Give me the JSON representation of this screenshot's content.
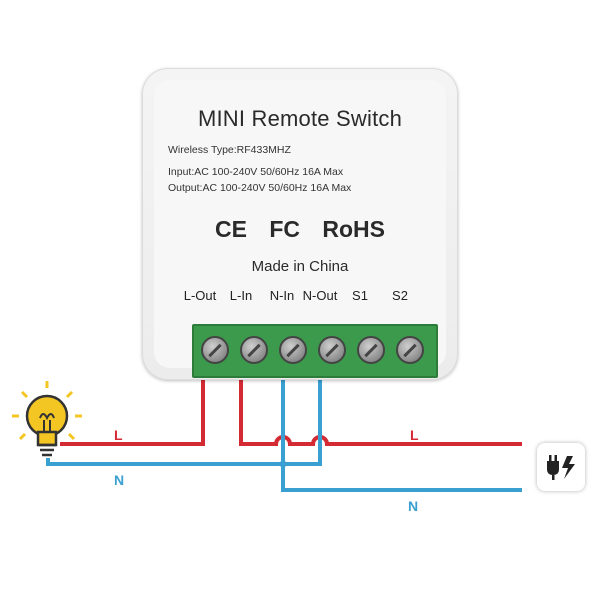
{
  "device": {
    "title": "MINI Remote Switch",
    "wireless": "Wireless Type:RF433MHZ",
    "input": "Input:AC 100-240V 50/60Hz 16A Max",
    "output": "Output:AC 100-240V 50/60Hz 16A Max",
    "cert_ce": "CE",
    "cert_fc": "FC",
    "cert_rohs": "RoHS",
    "made_in": "Made in China",
    "terminals": [
      "L-Out",
      "L-In",
      "N-In",
      "N-Out",
      "S1",
      "S2"
    ]
  },
  "wires": {
    "left_L": "L",
    "left_N": "N",
    "right_L": "L",
    "right_N": "N"
  },
  "colors": {
    "live": "#d42a34",
    "neutral": "#3a9fd1",
    "terminal_green": "#3b9a4b",
    "bulb_yellow": "#f3c623"
  },
  "icons": {
    "bulb": "light-bulb-icon",
    "power": "power-plug-icon"
  }
}
